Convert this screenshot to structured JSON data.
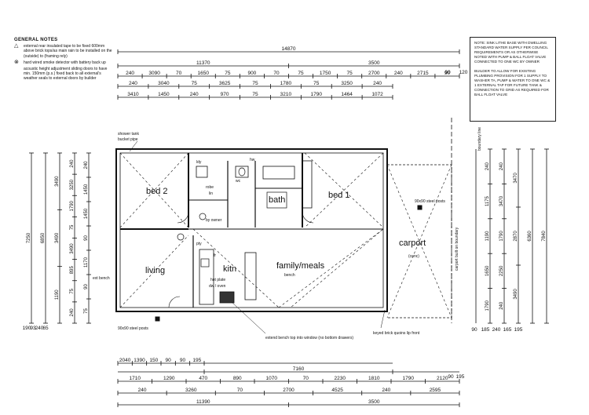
{
  "general_notes": {
    "title": "GENERAL NOTES",
    "items": [
      {
        "symbol_icon": "triangle-warning-icon",
        "text": "external rear insulated tape to be fixed 600mm above brick tops/as main rain to be installed on the (outside) to (framing rely)"
      },
      {
        "symbol_icon": "smoke-alarm-icon",
        "text": "hard wired smoke detector with battery back up"
      },
      {
        "symbol_icon": "",
        "text": "acoustic height adjustment sliding doors to have min. 150mm (p.s.) fixed back to all external's weather seals to external doors by builder"
      }
    ]
  },
  "right_notes": {
    "blocks": [
      "NOTE: SINK LITHE BASE WITH DWELLING STANDARD WATER SUPPLY PER COUNCIL REQUIREMENTS OR AS OTHERWISE NOTED WITH PUMP & BALL FLOAT VALVE CONNECTED TO ONE WC BY OWNER",
      "BUILDER TO ALLOW FOR EXISTING PLUMBING PROVISION FOR 1 SUPPLY TO WASHER TA, PUMP & WATER TO ONE WC & 1 EXTERNAL TAP FOR FUTURE TANK & CONNECTION TO GRID AS REQUIRED FOR BALL FLOAT VALVE"
    ]
  },
  "dimensions_top": {
    "overall": "14870",
    "row2": [
      "11370",
      "3500"
    ],
    "row3": [
      "240",
      "3090",
      "70",
      "1650",
      "75",
      "900",
      "70",
      "75",
      "1750",
      "75",
      "2700",
      "240",
      "2715",
      "90"
    ],
    "row4": [
      "240",
      "3040",
      "75",
      "3625",
      "75",
      "1780",
      "75",
      "3250",
      "240"
    ],
    "row5": [
      "3410",
      "1450",
      "240",
      "970",
      "75",
      "3210",
      "1790",
      "1464",
      "1072"
    ],
    "end_marks": [
      "120",
      "90"
    ]
  },
  "dimensions_bottom": {
    "row1": [
      "2040",
      "1390",
      "150",
      "90",
      "90",
      "195"
    ],
    "row2": [
      "7160"
    ],
    "row3": [
      "1710",
      "1290",
      "470",
      "890",
      "1070",
      "70",
      "2230",
      "1810",
      "1790",
      "2120"
    ],
    "row4": [
      "240",
      "3260",
      "70",
      "2700",
      "4525",
      "240",
      "2595"
    ],
    "row5": [
      "11390",
      "3500"
    ],
    "end_marks": [
      "90",
      "195"
    ]
  },
  "dimensions_left": {
    "overall": "7250",
    "col2": [
      "6850"
    ],
    "col3": [
      "3490",
      "3490",
      "1190"
    ],
    "col4": [
      "240",
      "3250",
      "1790",
      "75",
      "3490",
      "895",
      "75",
      "240"
    ],
    "col5": [
      "240",
      "1450",
      "1450",
      "90",
      "1170",
      "90",
      "75"
    ],
    "misc": [
      "190",
      "93",
      "240",
      "65"
    ]
  },
  "dimensions_right": {
    "overall": "7840",
    "col2": [
      "6360"
    ],
    "col3": [
      "3470",
      "2870",
      "3490"
    ],
    "col4": [
      "240",
      "3470",
      "1790",
      "2250",
      "240"
    ],
    "col5": [
      "240",
      "1175",
      "1190",
      "1650",
      "1790"
    ],
    "misc": [
      "90",
      "185",
      "240",
      "165",
      "195"
    ]
  },
  "rooms": {
    "bed2": "bed 2",
    "bed1": "bed 1",
    "living": "living",
    "kitchen": "kitn",
    "family_meals": "family/meals",
    "bath": "bath",
    "carport": "carport"
  },
  "labels": {
    "shower_tank": "shower tank",
    "bucket_pipe": "bucket pipe",
    "boundary_line": "boundary line",
    "carport_built_on_boundary": "carport built on boundary",
    "steel_posts_right": "90x90 steel posts",
    "carport_sub": "(conc)",
    "steel_posts_left": "90x90 steel posts",
    "extend_bench": "extend bench top into window (no bottom drawers)",
    "keyed_brick": "keyed brick quoins lip front",
    "bench": "bench",
    "robe": "robe",
    "linen": "lin",
    "wc": "wc",
    "hot_plate": "hot plate",
    "dw_oven": "dw / oven",
    "fridge": "fr",
    "pantry": "pty",
    "hw_unit": "hw",
    "laundry": "ldy",
    "by_owner": "by owner",
    "external_bench": "ext bench"
  }
}
